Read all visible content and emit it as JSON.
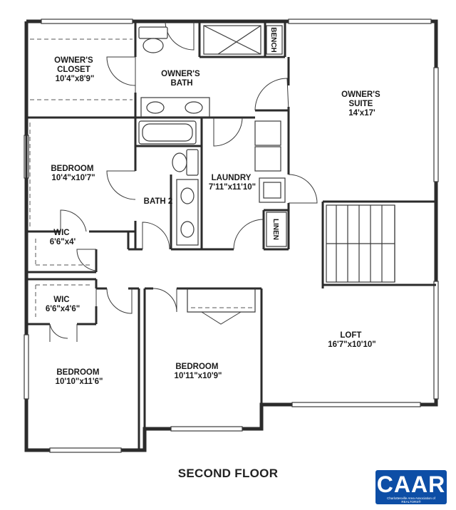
{
  "floor_title": "SECOND FLOOR",
  "logo": {
    "text": "CAAR",
    "subtext": "Charlottesville Area Association of REALTORS®",
    "color": "#0d4ea6"
  },
  "rooms": {
    "owners_closet": {
      "name": "OWNER'S\nCLOSET",
      "size": "10'4\"x8'9\""
    },
    "owners_bath": {
      "name": "OWNER'S\nBATH"
    },
    "owners_suite": {
      "name": "OWNER'S\nSUITE",
      "size": "14'x17'"
    },
    "bedroom_1": {
      "name": "BEDROOM",
      "size": "10'4\"x10'7\""
    },
    "laundry": {
      "name": "LAUNDRY",
      "size": "7'11\"x11'10\""
    },
    "bath_2": {
      "name": "BATH 2"
    },
    "wic_1": {
      "name": "WIC",
      "size": "6'6\"x4'"
    },
    "wic_2": {
      "name": "WIC",
      "size": "6'6\"x4'6\""
    },
    "loft": {
      "name": "LOFT",
      "size": "16'7\"x10'10\""
    },
    "bedroom_2": {
      "name": "BEDROOM",
      "size": "10'11\"x10'9\""
    },
    "bedroom_3": {
      "name": "BEDROOM",
      "size": "10'10\"x11'6\""
    }
  },
  "fixtures": {
    "bench": "BENCH",
    "linen": "LINEN"
  }
}
